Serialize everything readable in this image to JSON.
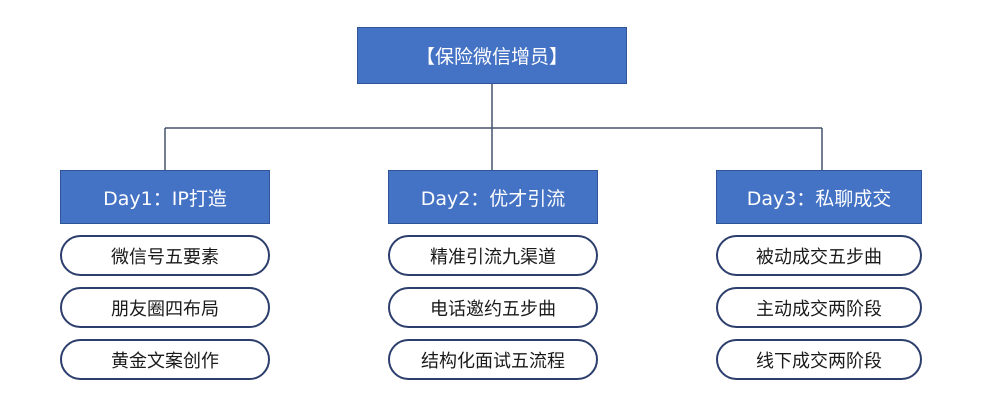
{
  "colors": {
    "box_fill": "#4472c4",
    "box_border": "#2f5597",
    "line": "#44546a",
    "pill_border": "#2c3e6b",
    "pill_text": "#1a1a1a"
  },
  "root": {
    "label": "【保险微信增员】"
  },
  "days": [
    {
      "label": "Day1：IP打造",
      "items": [
        "微信号五要素",
        "朋友圈四布局",
        "黄金文案创作"
      ]
    },
    {
      "label": "Day2：优才引流",
      "items": [
        "精准引流九渠道",
        "电话邀约五步曲",
        "结构化面试五流程"
      ]
    },
    {
      "label": "Day3：私聊成交",
      "items": [
        "被动成交五步曲",
        "主动成交两阶段",
        "线下成交两阶段"
      ]
    }
  ]
}
